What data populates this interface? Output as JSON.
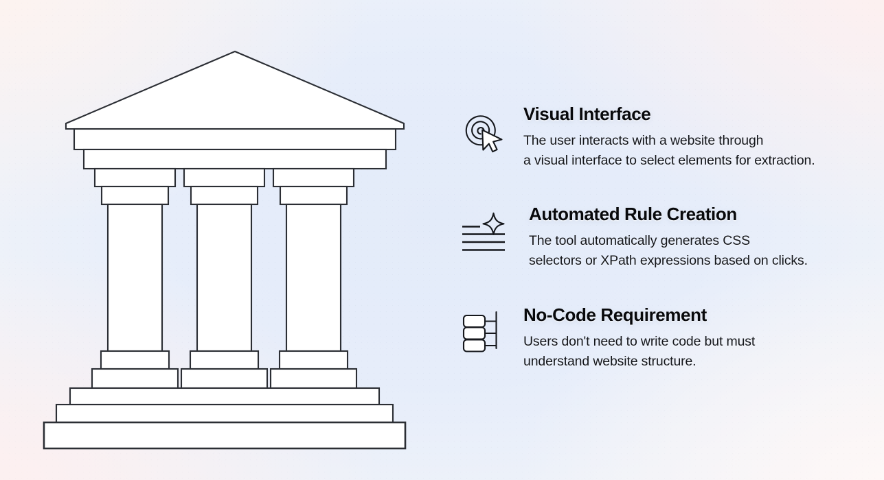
{
  "theme": {
    "ink": "#08090c",
    "body_text": "#14161b",
    "stroke": "#2a2d33",
    "surface": "#ffffff",
    "bg_center": "#e4ecf9",
    "bg_corner_warm": "#fdf3f1"
  },
  "illustration": {
    "name": "classical-temple",
    "alt": "Line illustration of a classical temple with a triangular pediment, three fluted columns and a stepped base",
    "column_count": 3,
    "step_count": 3
  },
  "features": [
    {
      "icon": "cursor-click-icon",
      "title": "Visual Interface",
      "description": "The user interacts with a website through\na visual interface to select elements for extraction."
    },
    {
      "icon": "sparkle-lines-icon",
      "title": "Automated Rule Creation",
      "description": "The tool automatically generates CSS\nselectors or XPath expressions based on clicks."
    },
    {
      "icon": "hierarchy-tree-icon",
      "title": "No-Code Requirement",
      "description": "Users don't need to write code but must\nunderstand website structure."
    }
  ]
}
